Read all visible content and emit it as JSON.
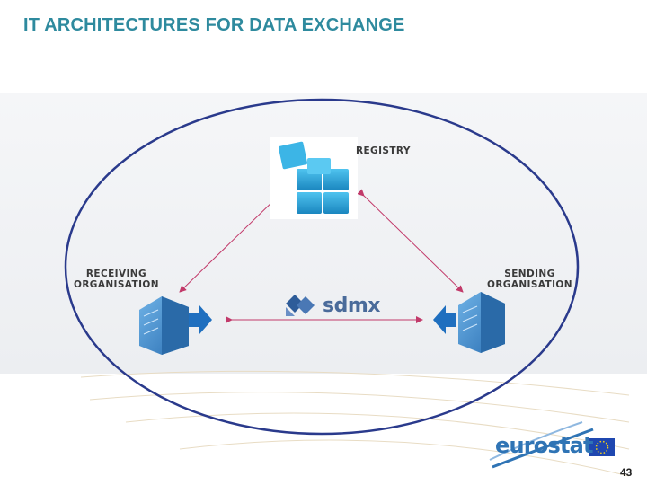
{
  "slide": {
    "title": "IT ARCHITECTURES FOR DATA EXCHANGE",
    "page_number": "43"
  },
  "diagram": {
    "registry": {
      "label": "REGISTRY",
      "icon": "cubes-icon"
    },
    "receiving": {
      "line1": "RECEIVING",
      "line2": "ORGANISATION",
      "icon": "building-icon"
    },
    "sending": {
      "line1": "SENDING",
      "line2": "ORGANISATION",
      "icon": "building-icon"
    },
    "center_logo": "sdmx"
  },
  "branding": {
    "logo_text": "eurostat",
    "flag_icon": "eu-flag-icon"
  },
  "colors": {
    "title": "#2e8a9e",
    "ellipse": "#2a3a8c",
    "arrows": "#c23a6a",
    "cube": "#2aa7d8",
    "building": "#3f8ed0",
    "logo": "#2f74b5"
  }
}
